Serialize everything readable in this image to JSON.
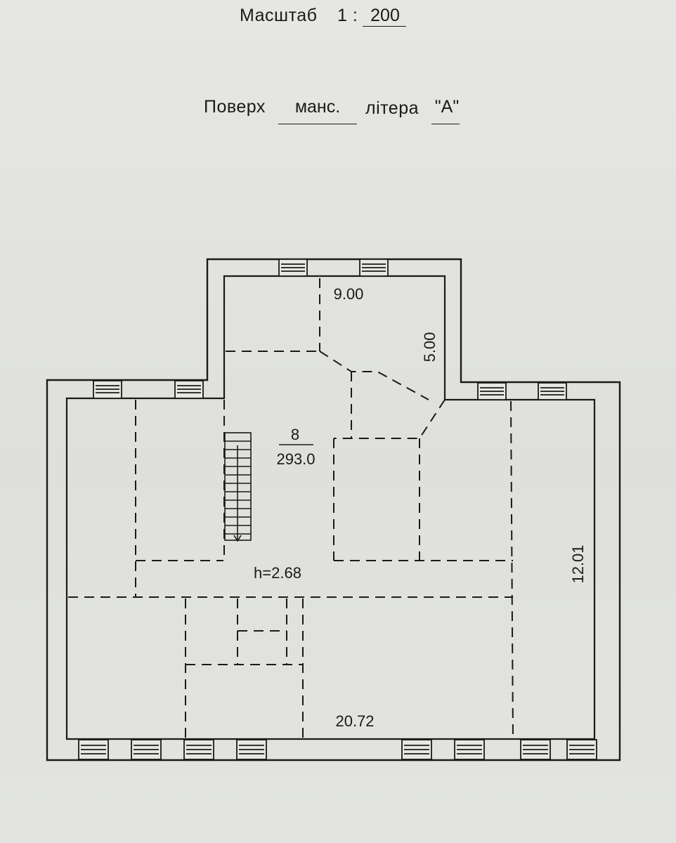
{
  "header": {
    "scale_label": "Масштаб",
    "scale_prefix": "1 :",
    "scale_value": "200",
    "floor_label": "Поверх",
    "floor_value": "манс.",
    "letter_label": "літера",
    "letter_value": "\"А\""
  },
  "plan": {
    "room_number": "8",
    "room_area": "293.0",
    "ceiling_height": "h=2.68",
    "dimensions": {
      "top_width": "9.00",
      "top_depth": "5.00",
      "right_depth": "12.01",
      "bottom_width": "20.72"
    }
  }
}
